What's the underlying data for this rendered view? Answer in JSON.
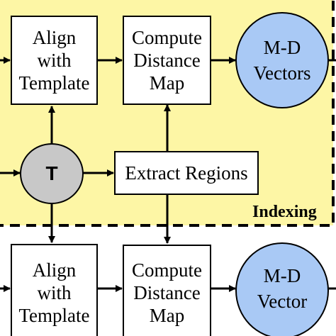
{
  "colors": {
    "indexing_region": "#fdf6a5",
    "vector_fill": "#a9c9f5",
    "t_node_fill": "#c8c8c8",
    "stroke": "#000000"
  },
  "indexing_label": "Indexing",
  "t_label": "T",
  "extract": {
    "lines": [
      "Extract Regions"
    ]
  },
  "rows": [
    {
      "align": {
        "lines": [
          "Align",
          "with",
          "Template"
        ]
      },
      "distance": {
        "lines": [
          "Compute",
          "Distance",
          "Map"
        ]
      },
      "vector": {
        "lines": [
          "M-D",
          "Vectors"
        ]
      }
    },
    {
      "align": {
        "lines": [
          "Align",
          "with",
          "Template"
        ]
      },
      "distance": {
        "lines": [
          "Compute",
          "Distance",
          "Map"
        ]
      },
      "vector": {
        "lines": [
          "M-D",
          "Vector"
        ]
      }
    }
  ]
}
